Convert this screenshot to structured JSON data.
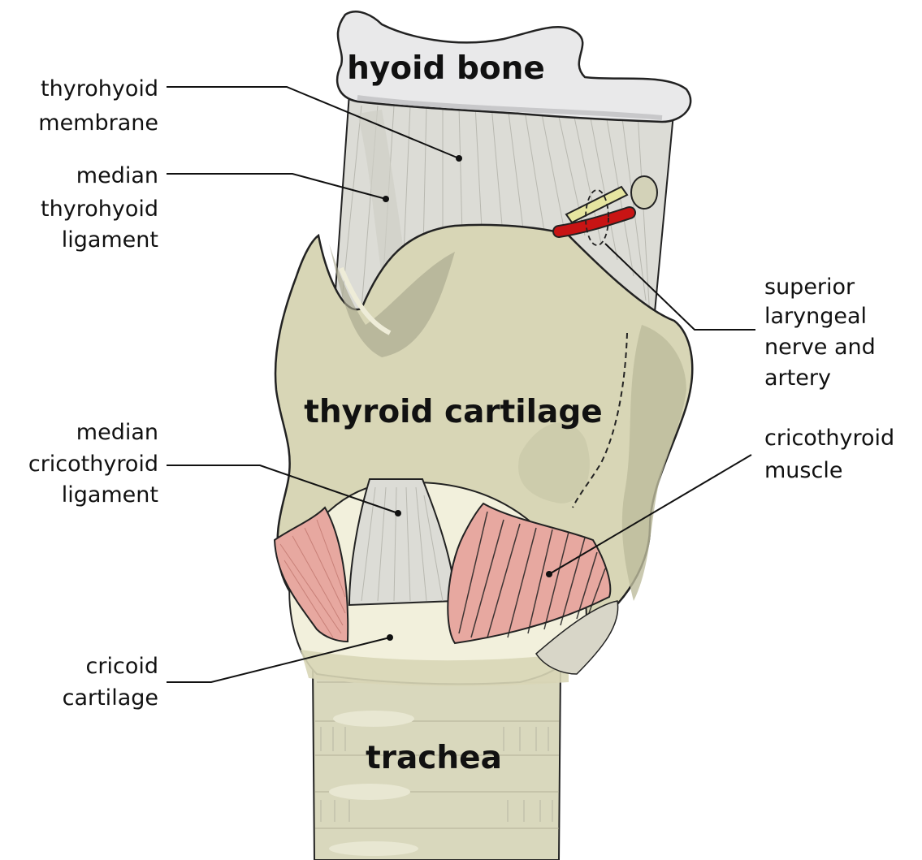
{
  "structure_labels": {
    "hyoid_bone": "hyoid bone",
    "thyroid_cartilage": "thyroid cartilage",
    "trachea": "trachea"
  },
  "callouts": {
    "thyrohyoid_membrane": [
      "thyrohyoid",
      "membrane"
    ],
    "median_thyrohyoid_ligament": [
      "median",
      "thyrohyoid",
      "ligament"
    ],
    "superior_laryngeal_nerve_artery": [
      "superior",
      "laryngeal",
      "nerve and",
      "artery"
    ],
    "median_cricothyroid_ligament": [
      "median",
      "cricothyroid",
      "ligament"
    ],
    "cricothyroid_muscle": [
      "cricothyroid",
      "muscle"
    ],
    "cricoid_cartilage": [
      "cricoid",
      "cartilage"
    ]
  },
  "colors": {
    "bone": "#e9e9ea",
    "membrane": "#dcdcd6",
    "cartilage": "#d8d6b6",
    "cartilage_shadow": "#bdbb9c",
    "cricoid": "#f2f0dc",
    "trachea": "#d9d8bd",
    "muscle": "#e7a8a0",
    "nerve": "#e6e5a0",
    "artery": "#c81414",
    "outline": "#222222"
  }
}
